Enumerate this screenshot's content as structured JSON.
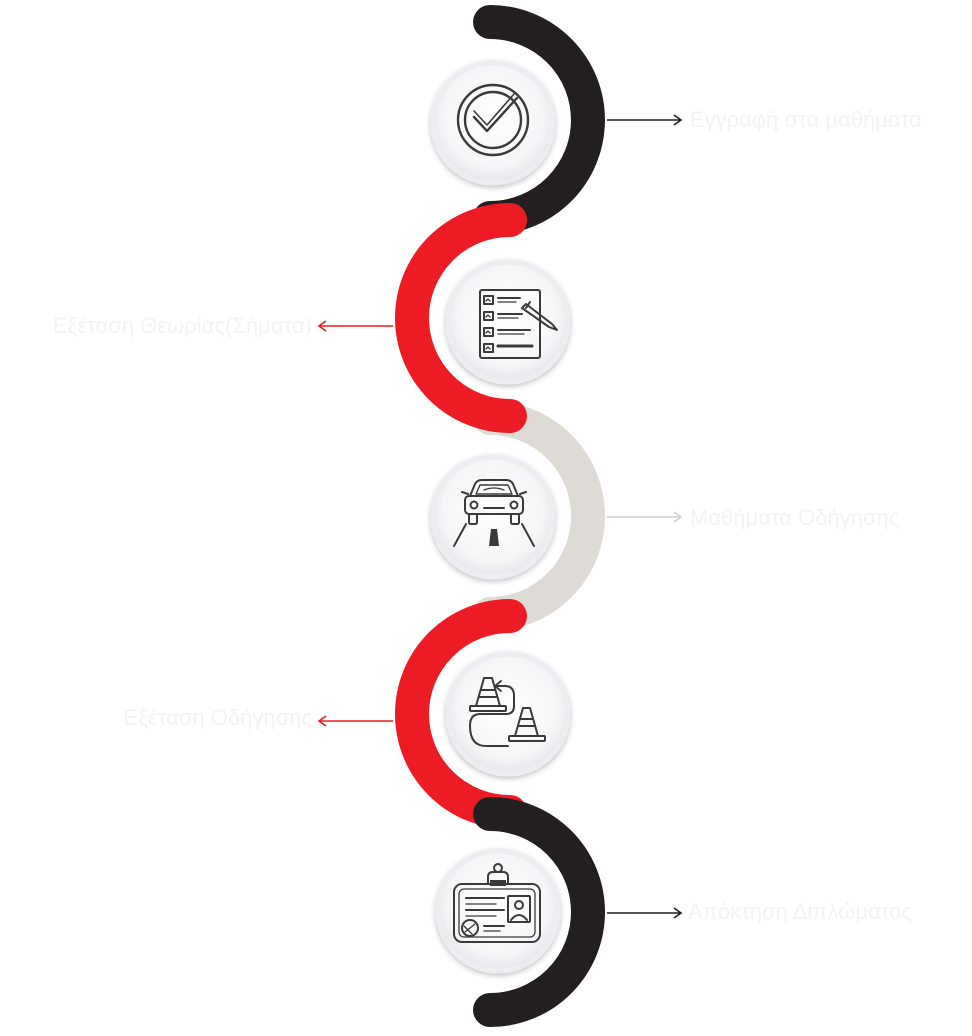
{
  "colors": {
    "black": "#231f20",
    "red": "#ed1c24",
    "grey": "#dedbd6",
    "icon_stroke": "#3a3a3a",
    "circle_fill": "#f4f4f6",
    "label_text": "#f3f3f3"
  },
  "steps": [
    {
      "label": "Εγγραφή στα μαθήματα",
      "icon": "check-badge-icon",
      "segment_color": "black",
      "side": "right"
    },
    {
      "label": "Εξέταση Θεωρίας(Σήματα)",
      "icon": "checklist-pencil-icon",
      "segment_color": "red",
      "side": "left"
    },
    {
      "label": "Μαθήματα Οδήγησης",
      "icon": "car-road-icon",
      "segment_color": "grey",
      "side": "right"
    },
    {
      "label": "Εξέταση Οδήγησης",
      "icon": "traffic-cones-route-icon",
      "segment_color": "red",
      "side": "left"
    },
    {
      "label": "Απόκτηση Διπλώματος",
      "icon": "license-card-icon",
      "segment_color": "black",
      "side": "right"
    }
  ]
}
